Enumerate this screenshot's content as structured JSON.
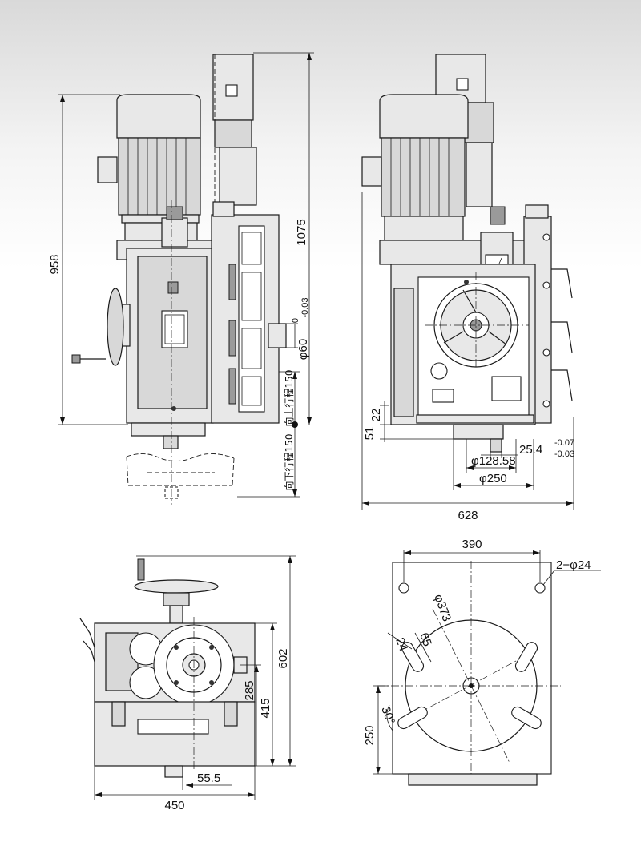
{
  "views": {
    "side": {
      "dim_overall_height": "958",
      "dim_total_height": "1075",
      "dim_spindle_diameter": "φ60",
      "dim_spindle_tol_upper": "0",
      "dim_spindle_tol_lower": "-0.03",
      "label_up_stroke": "向上行程150",
      "label_down_stroke": "向下行程150"
    },
    "front": {
      "dim_22": "22",
      "dim_51": "51",
      "dim_key": "25.4",
      "dim_key_tol_upper": "-0.07",
      "dim_key_tol_lower": "-0.03",
      "dim_pilot": "φ128.58",
      "dim_flange": "φ250",
      "dim_width": "628"
    },
    "top": {
      "dim_height": "602",
      "dim_415": "415",
      "dim_285": "285",
      "dim_55": "55.5",
      "dim_width": "450"
    },
    "base": {
      "dim_390": "390",
      "dim_holes": "2−φ24",
      "dim_circle": "φ373",
      "dim_slot_w": "24",
      "dim_slot_l": "65",
      "dim_angle": "30°",
      "dim_250": "250"
    }
  }
}
